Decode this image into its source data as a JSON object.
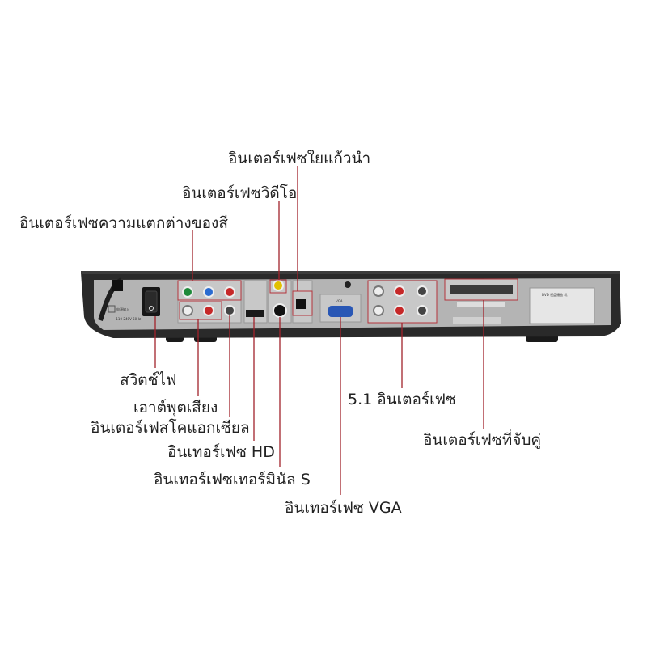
{
  "colors": {
    "leader_line": "#a2222b",
    "box_outline": "#b3343c",
    "panel_face": "#b4b4b4",
    "panel_dark": "#2a2a2a",
    "label_text": "#222222"
  },
  "device": {
    "name": "DVD player rear panel",
    "power_label": "电源输入",
    "voltage_label": "~110-240V 50Hz",
    "vga_label": "VGA",
    "model_label": "DVD 视盘播放 机"
  },
  "callouts": {
    "optical": "อินเตอร์เฟซใยแก้วนำ",
    "video": "อินเตอร์เฟซวิดีโอ",
    "component": "อินเตอร์เฟซความแตกต่างของสี",
    "power_switch": "สวิตช์ไฟ",
    "audio_out": "เอาต์พุตเสียง",
    "coaxial": "อินเตอร์เฟสโคแอกเซียล",
    "hd": "อินเทอร์เฟซ HD",
    "s_video": "อินเทอร์เฟซเทอร์มินัล S",
    "vga": "อินเทอร์เฟซ VGA",
    "surround_51": "5.1 อินเตอร์เฟซ",
    "pairing": "อินเตอร์เฟซที่จับคู่"
  }
}
